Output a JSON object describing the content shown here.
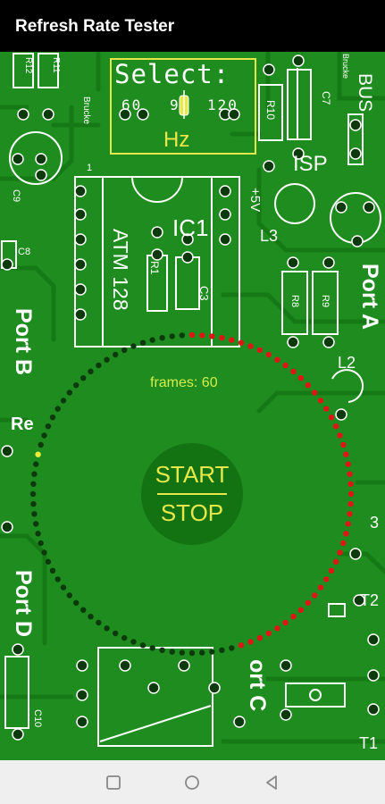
{
  "app": {
    "title": "Refresh Rate Tester"
  },
  "selector": {
    "title": "Select:",
    "options": [
      "60",
      "90",
      "120"
    ],
    "selected": "90",
    "unit": "Hz"
  },
  "counter": {
    "label": "frames: 60"
  },
  "controls": {
    "start_label": "START",
    "stop_label": "STOP"
  },
  "ring": {
    "dot_count": 100,
    "red_count": 46,
    "yellow_count": 1
  },
  "board_labels": {
    "ic1": "IC1",
    "atm128": "ATM 128",
    "r1": "R1",
    "c3": "C3",
    "r10": "R10",
    "c7": "C7",
    "bus": "BUS",
    "isp": "ISP",
    "plus5v": "+5V",
    "l3": "L3",
    "r8": "R8",
    "r9": "R9",
    "port_a": "Port A",
    "port_b": "Port B",
    "port_c": "ort C",
    "port_d": "Port D",
    "l2": "L2",
    "re": "Re",
    "c8": "C8",
    "c9": "C9",
    "c10": "C10",
    "t1": "T1",
    "t2": "T2",
    "r11": "R11",
    "r12": "R12",
    "brucke1": "Brucke",
    "brucke2": "Brucke",
    "pin1": "1",
    "three": "3"
  },
  "colors": {
    "board_bg": "#1f8c1f",
    "trace": "#147314",
    "silk": "#ffffff",
    "dot_red": "#e01515",
    "dot_dark": "#0d3a0d",
    "dot_yellow": "#ecec3a",
    "accent_yellow": "#e6e84a"
  },
  "navigation": {
    "square_icon": "recent-apps-icon",
    "circle_icon": "home-icon",
    "triangle_icon": "back-icon"
  }
}
